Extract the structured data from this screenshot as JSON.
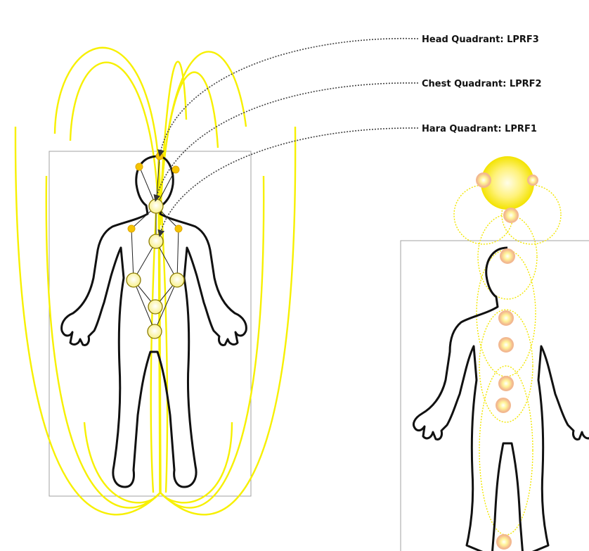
{
  "labels": {
    "head": "Head Quadrant: LPRF3",
    "chest": "Chest Quadrant: LPRF2",
    "hara": "Hara Quadrant: LPRF1"
  },
  "colors": {
    "field_line": "#f7f000",
    "node_fill": "#f5cc00",
    "node_outline": "#8a7a00",
    "leader": "#444444",
    "body_outline": "#111111",
    "frame": "#999999",
    "glow_center": "#fffbd0",
    "glow_edge": "#f7e800",
    "chakra_ring": "#f0b090"
  },
  "icons": {
    "leader_arrow": "arrowhead-down",
    "crown_glow": "glowing-sphere"
  }
}
